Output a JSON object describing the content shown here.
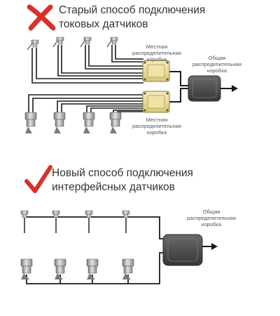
{
  "old_method": {
    "heading_lines": [
      "Старый способ подключения",
      "токовых датчиков"
    ],
    "status_icon": "cross-icon",
    "local_box_label_lines": [
      "Местная",
      "распределительная",
      "коробка"
    ],
    "main_box_label_lines": [
      "Общая",
      "распределительная",
      "коробка"
    ]
  },
  "new_method": {
    "heading_lines": [
      "Новый способ подключения",
      "интерфейсных датчиков"
    ],
    "status_icon": "checkmark-icon",
    "main_box_label_lines": [
      "Общая",
      "распределительная",
      "коробка"
    ]
  },
  "colors": {
    "cross": "#d7312a",
    "check": "#d7312a",
    "wire": "#1a1a1a",
    "local_box": "#e9dc9c",
    "main_box": "#4d4d4d",
    "sensor_metal": "#a6a6a6"
  }
}
